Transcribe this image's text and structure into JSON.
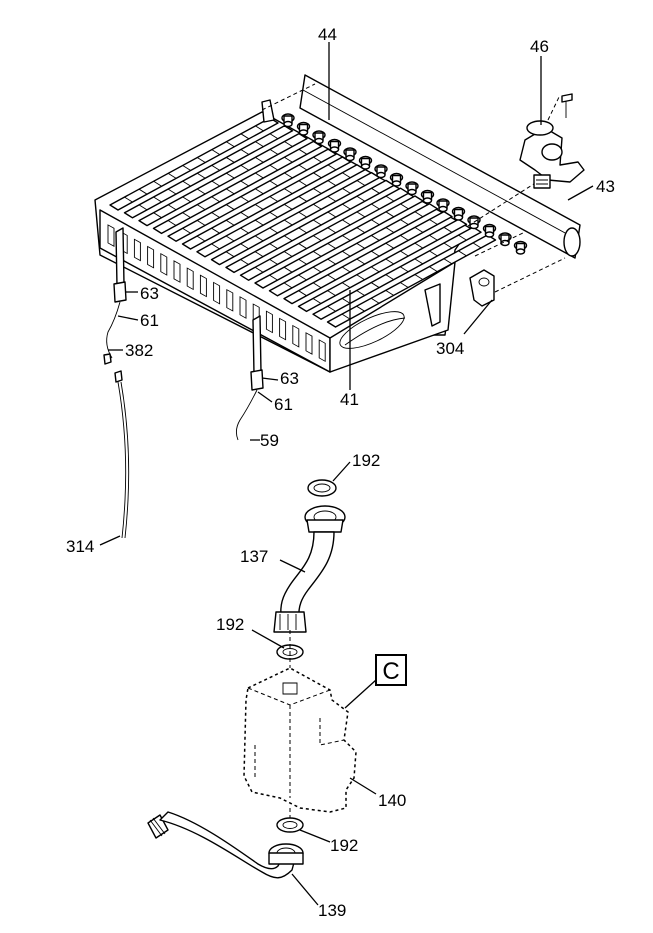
{
  "callouts": {
    "c44": "44",
    "c46": "46",
    "c43": "43",
    "c63a": "63",
    "c61a": "61",
    "c382": "382",
    "c304": "304",
    "c63b": "63",
    "c61b": "61",
    "c41": "41",
    "c59": "59",
    "c314": "314",
    "c192a": "192",
    "c137": "137",
    "c192b": "192",
    "c140": "140",
    "c192c": "192",
    "c139": "139"
  },
  "reference_box": "C"
}
